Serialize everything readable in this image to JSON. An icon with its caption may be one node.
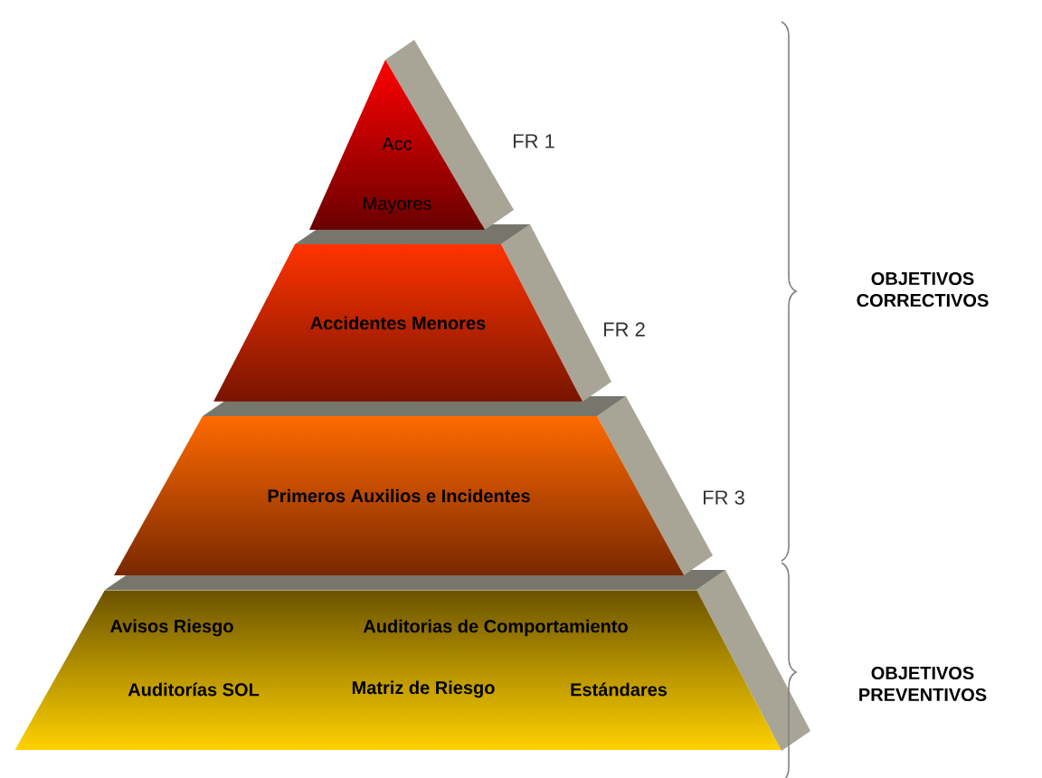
{
  "diagram": {
    "nodes": [
      {
        "text": [
          "Acc Mayores"
        ],
        "beside": [
          "FR 1"
        ]
      },
      {
        "text": [
          "Accidentes Menores"
        ],
        "beside": [
          "FR 2"
        ]
      },
      {
        "text": [
          "Primeros Auxilios e Incidentes"
        ],
        "beside": [
          "FR 3"
        ]
      },
      {
        "text": [
          "Avisos Riesgo",
          "Auditorias  de Comportamiento",
          "Auditorías SOL",
          "Matriz de Riesgo",
          "Estándares"
        ]
      }
    ],
    "edges": [],
    "labels": [
      "OBJETIVOS CORRECTIVOS",
      "OBJETIVOS PREVENTIVOS"
    ]
  }
}
